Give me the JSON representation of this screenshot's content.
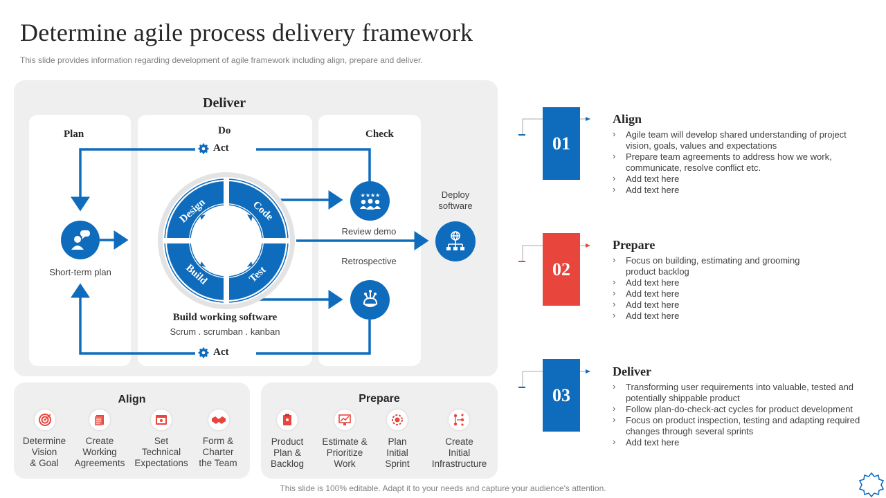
{
  "title": "Determine agile process delivery framework",
  "subtitle": "This slide provides information regarding development of agile framework including align, prepare and deliver.",
  "footer": "This slide is 100% editable. Adapt it to your needs and capture your audience's attention.",
  "diagram": {
    "heading": "Deliver",
    "plan": {
      "heading": "Plan",
      "caption": "Short-term plan"
    },
    "do": {
      "heading": "Do",
      "act_top": "Act",
      "act_bottom": "Act",
      "segments": [
        "Design",
        "Code",
        "Build",
        "Test"
      ],
      "caption_title": "Build working software",
      "caption_sub": "Scrum . scrumban . kanban"
    },
    "check": {
      "heading": "Check",
      "review": "Review  demo",
      "retro": "Retrospective"
    },
    "deploy": "Deploy\nsoftware"
  },
  "align_panel": {
    "title": "Align",
    "items": [
      {
        "label": "Determine\nVision\n& Goal",
        "icon": "target-icon"
      },
      {
        "label": "Create\nWorking\nAgreements",
        "icon": "document-icon"
      },
      {
        "label": "Set\nTechnical\nExpectations",
        "icon": "browser-icon"
      },
      {
        "label": "Form &\nCharter\nthe Team",
        "icon": "handshake-icon"
      }
    ]
  },
  "prepare_panel": {
    "title": "Prepare",
    "items": [
      {
        "label": "Product\nPlan &\nBacklog",
        "icon": "clipboard-icon"
      },
      {
        "label": "Estimate &\nPrioritize\nWork",
        "icon": "monitor-chart-icon"
      },
      {
        "label": "Plan\nInitial\nSprint",
        "icon": "gear-cycle-icon"
      },
      {
        "label": "Create\nInitial\nInfrastructure",
        "icon": "network-icon"
      }
    ]
  },
  "steps": [
    {
      "number": "01",
      "title": "Align",
      "color": "#0f6cbd",
      "points": [
        "Agile team will develop  shared understanding of project vision,  goals, values  and expectations",
        "Prepare  team agreements  to address  how we work,  communicate,  resolve  conflict etc.",
        "Add text here",
        "Add text here"
      ]
    },
    {
      "number": "02",
      "title": "Prepare",
      "color": "#e8453c",
      "points": [
        "Focus on building,  estimating and grooming product  backlog",
        "Add text here",
        "Add text here",
        "Add text here",
        "Add text here"
      ]
    },
    {
      "number": "03",
      "title": "Deliver",
      "color": "#0f6cbd",
      "points": [
        "Transforming  user requirements  into valuable,  tested and potentially shippable  product",
        "Follow  plan-do-check-act  cycles for product  development",
        "Focus on product inspection, testing and adapting  required changes through  several  sprints",
        "Add text here"
      ]
    }
  ],
  "colors": {
    "blue": "#0f6cbd",
    "red": "#e8453c",
    "panel": "#efefef"
  }
}
